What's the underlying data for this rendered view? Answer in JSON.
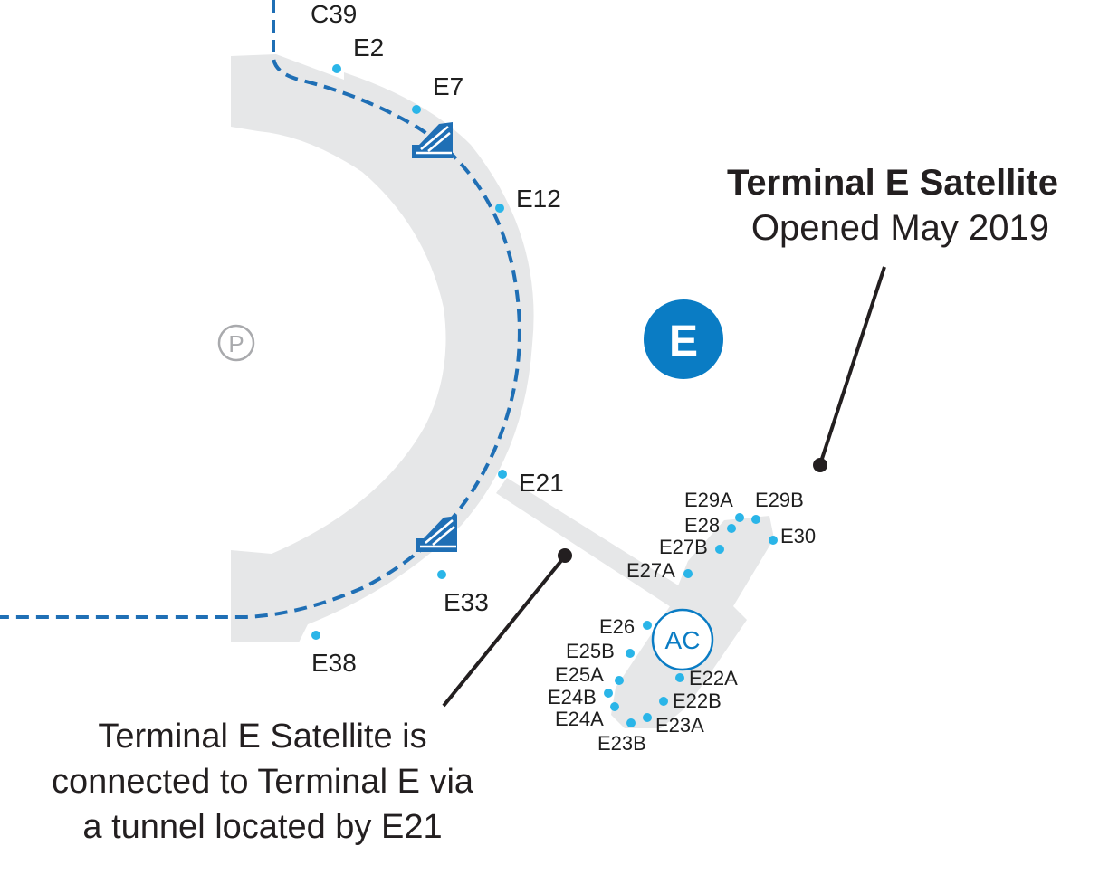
{
  "colors": {
    "concourse": "#e6e7e8",
    "path": "#1f6fb5",
    "gate_dot": "#2ab5e8",
    "terminal_badge": "#0a7cc4",
    "ac_outline": "#0a7cc4",
    "leader": "#231f20",
    "parking": "#a9aaad"
  },
  "map": {
    "terminal_badge": "E",
    "ac_label": "AC",
    "parking_label": "P",
    "gates_main": [
      {
        "label": "C39"
      },
      {
        "label": "E2"
      },
      {
        "label": "E7"
      },
      {
        "label": "E12"
      },
      {
        "label": "E21"
      },
      {
        "label": "E33"
      },
      {
        "label": "E38"
      }
    ],
    "gates_satellite": [
      {
        "label": "E29A"
      },
      {
        "label": "E29B"
      },
      {
        "label": "E28"
      },
      {
        "label": "E30"
      },
      {
        "label": "E27B"
      },
      {
        "label": "E27A"
      },
      {
        "label": "E26"
      },
      {
        "label": "E25B"
      },
      {
        "label": "E22A"
      },
      {
        "label": "E25A"
      },
      {
        "label": "E24B"
      },
      {
        "label": "E22B"
      },
      {
        "label": "E24A"
      },
      {
        "label": "E23A"
      },
      {
        "label": "E23B"
      }
    ],
    "icons": [
      "escalator-icon",
      "escalator-icon",
      "parking-icon",
      "airport-center-icon"
    ]
  },
  "callout": {
    "title": "Terminal E Satellite",
    "subtitle": "Opened May 2019"
  },
  "note": {
    "line1": "Terminal E Satellite is",
    "line2": "connected to Terminal E via",
    "line3": "a tunnel located by E21"
  }
}
